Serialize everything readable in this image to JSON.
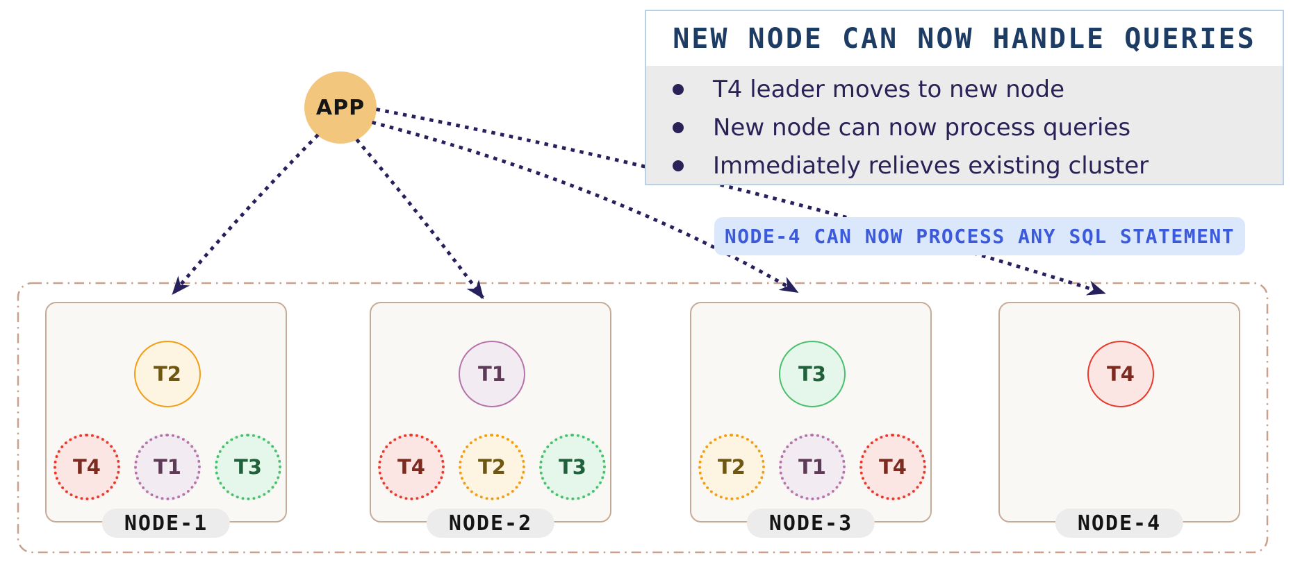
{
  "app": {
    "label": "APP"
  },
  "info_box": {
    "title": "NEW NODE CAN NOW HANDLE QUERIES",
    "bullets": [
      "T4 leader moves to new node",
      "New node can now process queries",
      "Immediately relieves existing cluster"
    ]
  },
  "callout": {
    "text": "NODE-4 CAN NOW PROCESS ANY SQL STATEMENT"
  },
  "cluster": {
    "nodes": [
      {
        "name": "NODE-1",
        "leader": {
          "label": "T2",
          "color": "orange"
        },
        "followers": [
          {
            "label": "T4",
            "color": "red"
          },
          {
            "label": "T1",
            "color": "purple"
          },
          {
            "label": "T3",
            "color": "green"
          }
        ]
      },
      {
        "name": "NODE-2",
        "leader": {
          "label": "T1",
          "color": "purple"
        },
        "followers": [
          {
            "label": "T4",
            "color": "red"
          },
          {
            "label": "T2",
            "color": "orange"
          },
          {
            "label": "T3",
            "color": "green"
          }
        ]
      },
      {
        "name": "NODE-3",
        "leader": {
          "label": "T3",
          "color": "green"
        },
        "followers": [
          {
            "label": "T2",
            "color": "orange"
          },
          {
            "label": "T1",
            "color": "purple"
          },
          {
            "label": "T4",
            "color": "red"
          }
        ]
      },
      {
        "name": "NODE-4",
        "leader": {
          "label": "T4",
          "color": "red"
        },
        "followers": []
      }
    ]
  },
  "colors": {
    "app_fill": "#f3c67d",
    "info_title_text": "#1d3c64",
    "info_border": "#b9d0e9",
    "info_list_bg": "#ebebeb",
    "bullet_text": "#2a2156",
    "callout_bg": "#dbe7fb",
    "callout_text": "#3b5bdb",
    "arrow": "#26215c",
    "cluster_dash_border": "#c9a089",
    "node_bg": "#faf8f5",
    "node_border": "#c5ab97",
    "node_label_bg": "#ececec",
    "tablet_red": "#e8392c",
    "tablet_purple": "#b673a9",
    "tablet_green": "#4abf6c",
    "tablet_orange": "#f29d13"
  }
}
